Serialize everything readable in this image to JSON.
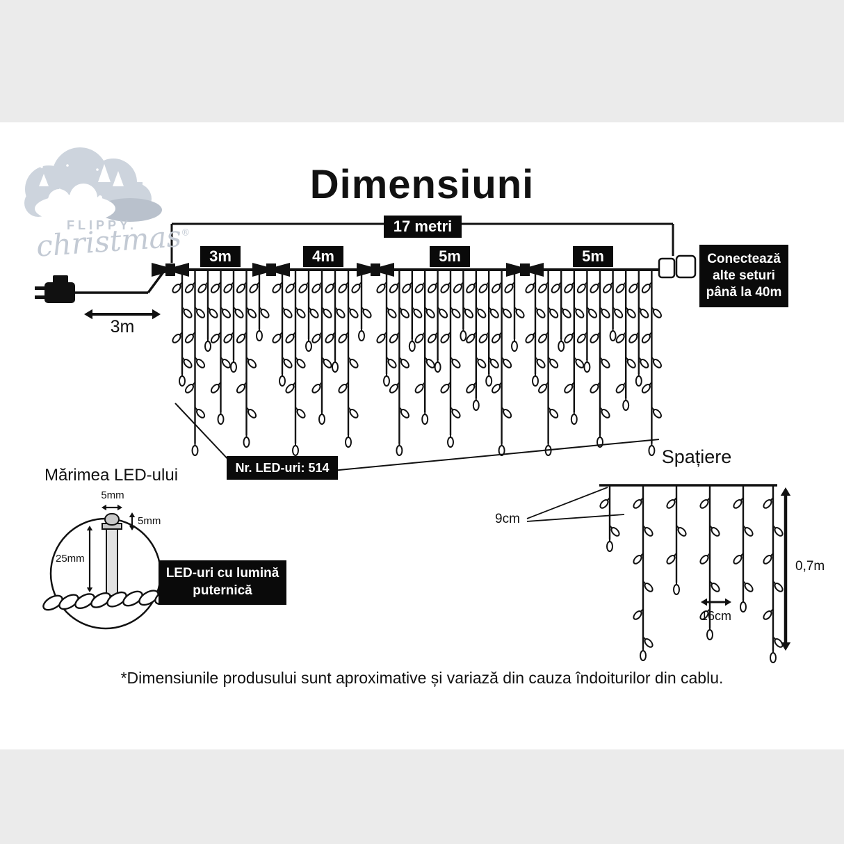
{
  "logo": {
    "name": "FLIPPY.",
    "script": "christmas",
    "reg": "®"
  },
  "title": "Dimensiuni",
  "top_diagram": {
    "total_length": "17 metri",
    "segments": [
      "3m",
      "4m",
      "5m",
      "5m"
    ],
    "lead_length": "3m",
    "connector_note": "Conectează alte seturi până la 40m",
    "led_count": "Nr. LED-uri: 514"
  },
  "led_size": {
    "heading": "Mărimea LED-ului",
    "cap_width": "5mm",
    "cap_height": "5mm",
    "body_height": "25mm",
    "note": "LED-uri cu lumină puternică"
  },
  "spacing": {
    "heading": "Spațiere",
    "drop_gap": "9cm",
    "bulb_gap": "16cm",
    "drop_length": "0,7m"
  },
  "footer": {
    "disclaimer": "*Dimensiunile produsului sunt aproximative și variază din cauza îndoiturilor din cablu."
  }
}
